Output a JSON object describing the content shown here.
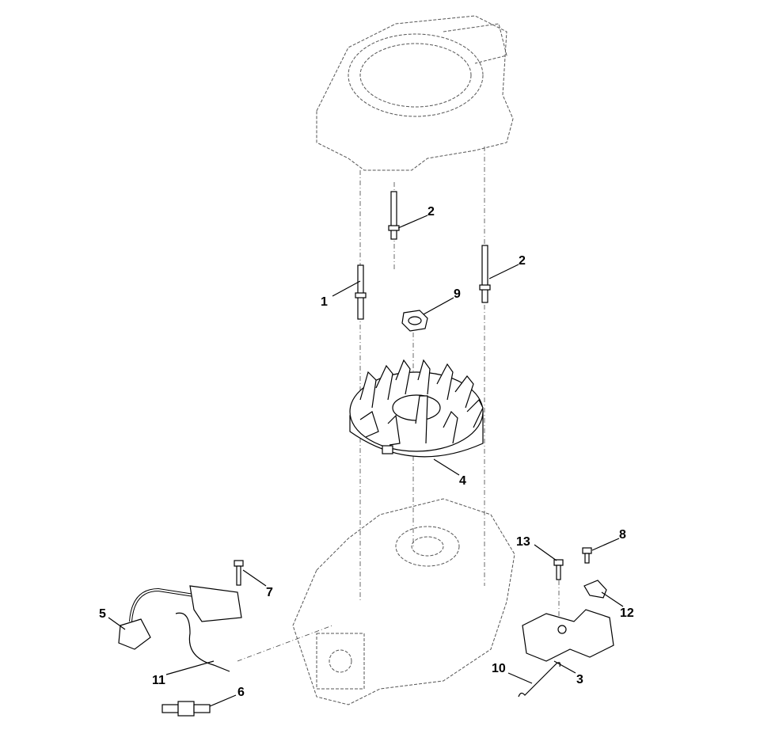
{
  "diagram": {
    "callouts": [
      {
        "id": "stud-upper",
        "label": "2"
      },
      {
        "id": "stud-right",
        "label": "2"
      },
      {
        "id": "stud-left",
        "label": "1"
      },
      {
        "id": "nut",
        "label": "9"
      },
      {
        "id": "flywheel",
        "label": "4"
      },
      {
        "id": "screw-13",
        "label": "13"
      },
      {
        "id": "screw-8",
        "label": "8"
      },
      {
        "id": "screw-7",
        "label": "7"
      },
      {
        "id": "bracket-12",
        "label": "12"
      },
      {
        "id": "ignition-coil",
        "label": "5"
      },
      {
        "id": "spring",
        "label": "10"
      },
      {
        "id": "control-bracket",
        "label": "3"
      },
      {
        "id": "ground-wire",
        "label": "11"
      },
      {
        "id": "spark-plug",
        "label": "6"
      }
    ]
  }
}
